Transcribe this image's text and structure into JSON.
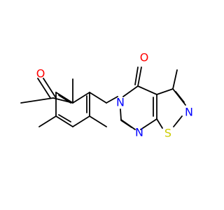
{
  "molecule": {
    "atoms": {
      "carbonyl_oxygen": {
        "label": "O",
        "color": "#ff0000"
      },
      "ring_nitrogen": {
        "label": "N",
        "color": "#0000ff"
      },
      "isothiazole_nitrogen": {
        "label": "N",
        "color": "#0000ff"
      },
      "pyrimidine_nitrogen": {
        "label": "N",
        "color": "#0000ff"
      },
      "sulfur": {
        "label": "S",
        "color": "#cccc00"
      },
      "acetyl_oxygen": {
        "label": "O",
        "color": "#ff0000"
      }
    },
    "bond_color": "#000000"
  }
}
